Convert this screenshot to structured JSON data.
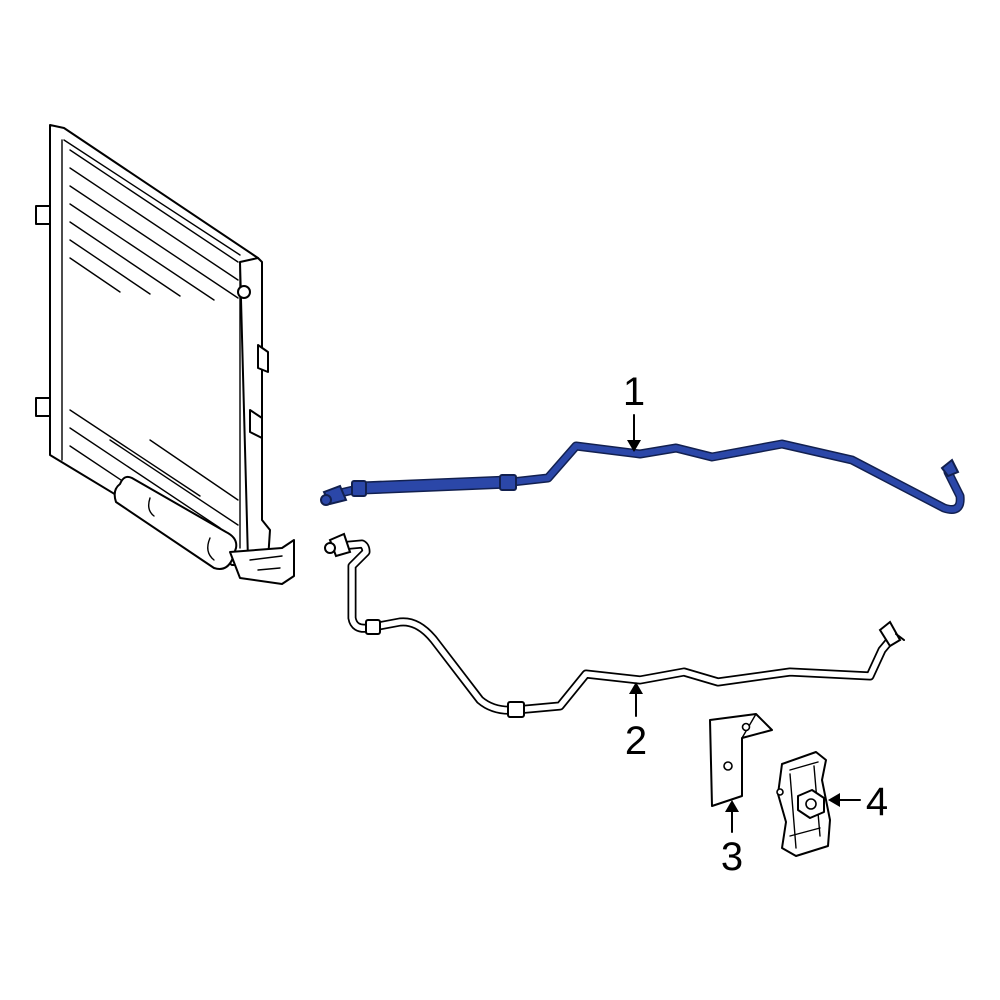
{
  "callouts": {
    "c1": "1",
    "c2": "2",
    "c3": "3",
    "c4": "4"
  },
  "colors": {
    "highlight_part": "#2b47a8",
    "line": "#000000",
    "background": "#ffffff"
  }
}
